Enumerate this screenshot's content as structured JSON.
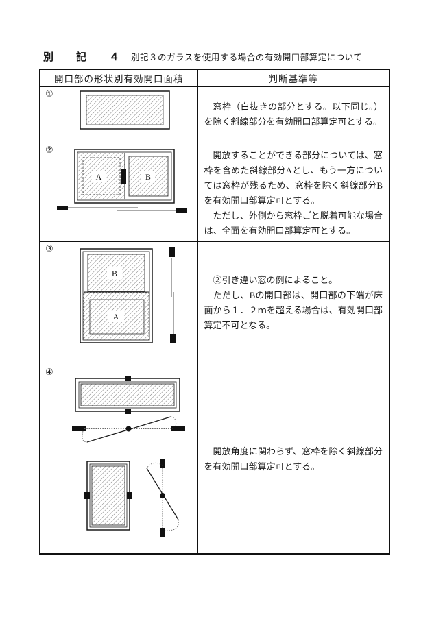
{
  "page": {
    "title_label": "別　記　４",
    "title_text": "別記３のガラスを使用する場合の有効開口部算定について"
  },
  "table": {
    "header": {
      "left": "開口部の形状別有効開口面積",
      "right": "判断基準等"
    },
    "rows": [
      {
        "num": "①",
        "paragraphs": [
          "窓枠（白抜きの部分とする。以下同じ。）を除く斜線部分を有効開口部算定可とする。"
        ]
      },
      {
        "num": "②",
        "labels": {
          "a": "A",
          "b": "B"
        },
        "paragraphs": [
          "開放することができる部分については、窓枠を含めた斜線部分Aとし、もう一方については窓枠が残るため、窓枠を除く斜線部分Bを有効開口部算定可とする。",
          "ただし、外側から窓枠ごと脱着可能な場合は、全面を有効開口部算定可とする。"
        ]
      },
      {
        "num": "③",
        "labels": {
          "a": "A",
          "b": "B"
        },
        "paragraphs": [
          "②引き違い窓の例によること。",
          "ただし、Bの開口部は、開口部の下端が床面から１．２ｍを超える場合は、有効開口部算定不可となる。"
        ]
      },
      {
        "num": "④",
        "paragraphs": [
          "開放角度に関わらず、窓枠を除く斜線部分を有効開口部算定可とする。"
        ]
      }
    ]
  },
  "colors": {
    "ink": "#1a1a1a",
    "hatch_line": "#7a7a7a"
  }
}
